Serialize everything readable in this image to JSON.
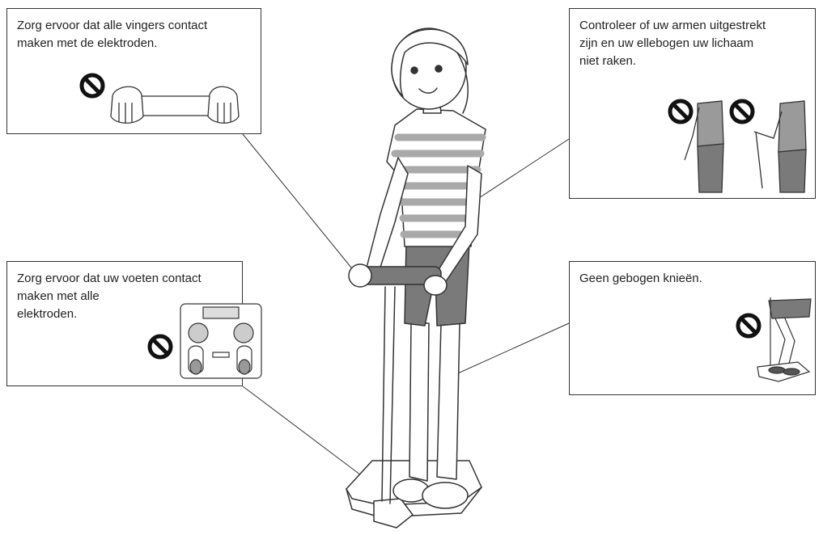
{
  "callouts": {
    "fingers": {
      "text": "Zorg ervoor dat alle vingers contact\nmaken met de elektroden."
    },
    "arms": {
      "text": "Controleer of uw armen uitgestrekt\nzijn en uw ellebogen uw lichaam\nniet raken."
    },
    "feet": {
      "text": "Zorg ervoor dat uw voeten contact\nmaken met alle\nelektroden."
    },
    "knees": {
      "text": "Geen gebogen knieën."
    }
  },
  "icons": {
    "prohibited": "no-symbol-icon",
    "person": "person-on-body-composition-scale-icon",
    "handle": "hand-grip-electrode-icon",
    "arms": "arms-against-body-icon",
    "footplate": "feet-on-scale-electrodes-icon",
    "knees": "bent-knees-icon"
  },
  "colors": {
    "line": "#333333",
    "shirt_stripe": "#a9a9a9",
    "shorts": "#7a7a7a",
    "skin": "#ffffff"
  }
}
